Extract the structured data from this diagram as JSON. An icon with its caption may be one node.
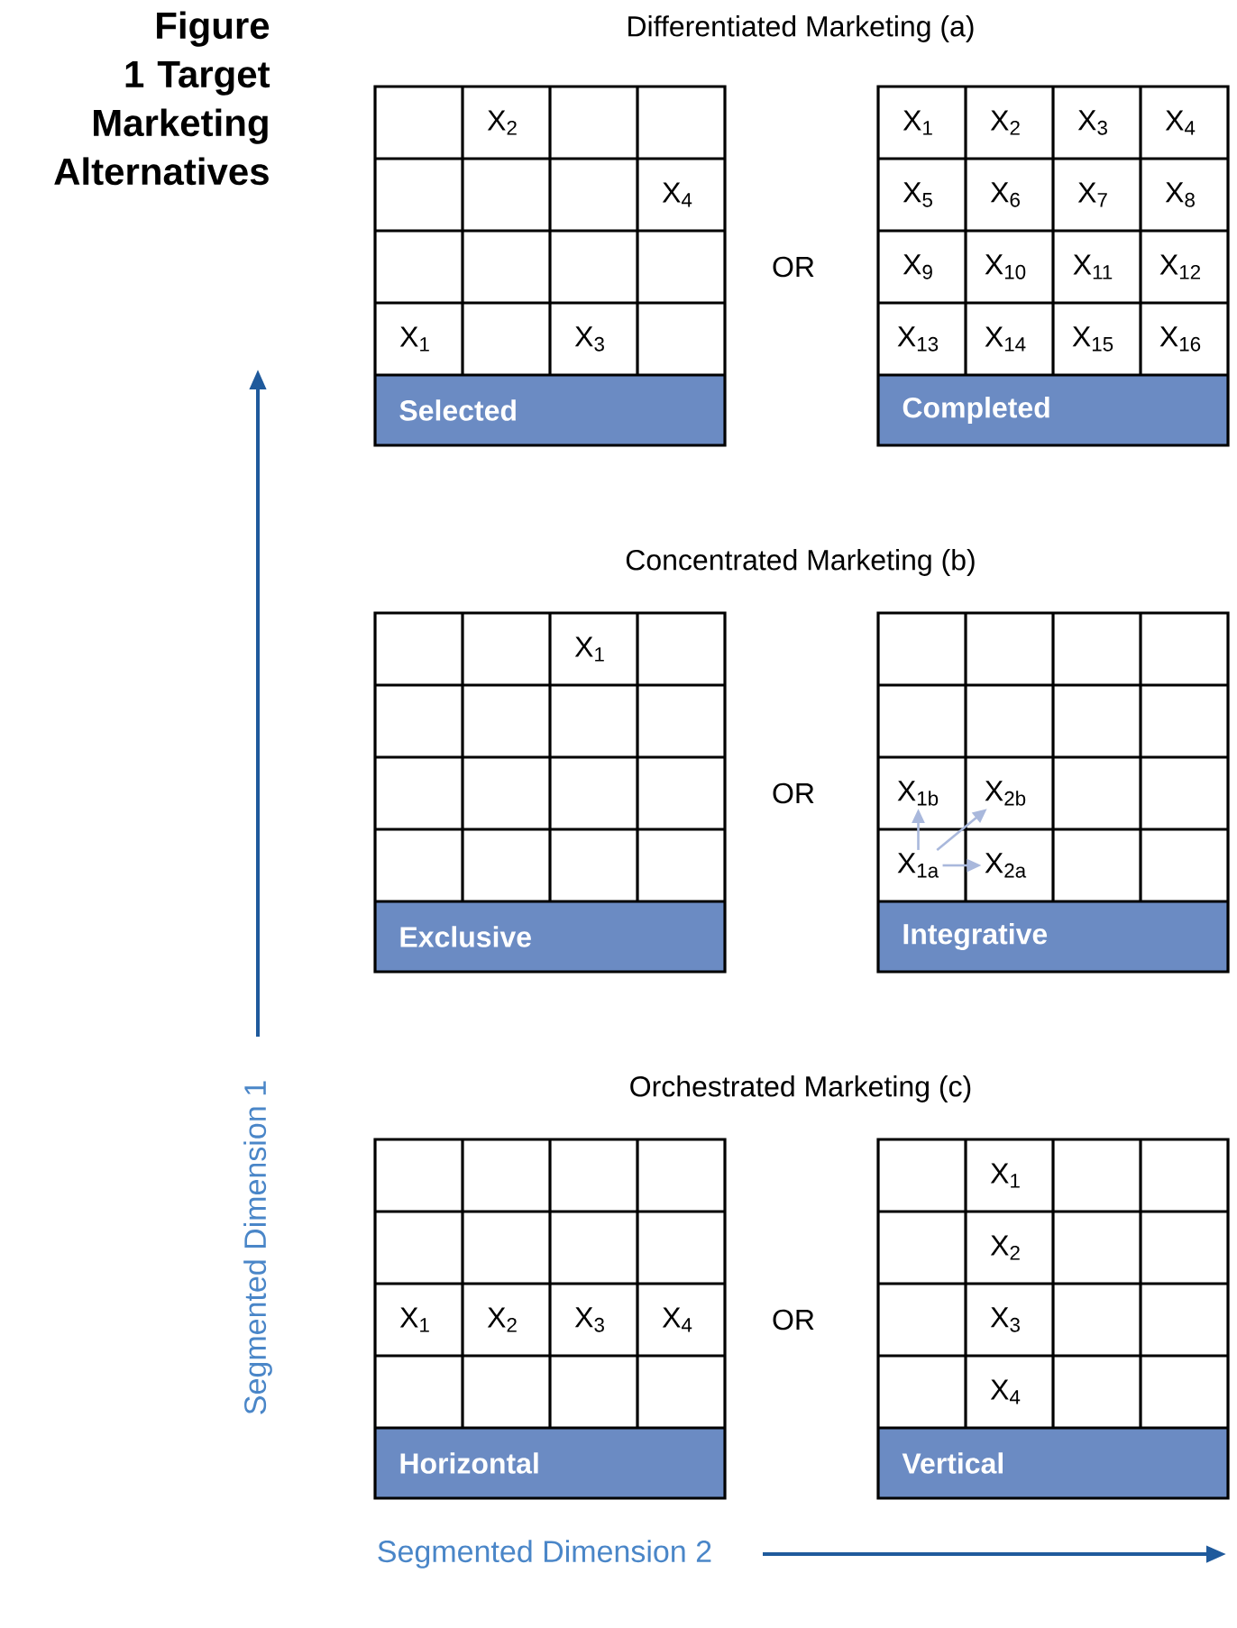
{
  "diagram": {
    "title": "Figure 1 Target Marketing Alternatives",
    "nodes": [
      {
        "text": [
          "Selected"
        ]
      },
      {
        "text": [
          "X$_{2}$"
        ],
        "in": 0
      },
      {
        "text": [
          "X$_{4}$"
        ],
        "in": 0
      },
      {
        "text": [
          "X$_{1}$"
        ],
        "in": 0
      },
      {
        "text": [
          "X$_{3}$"
        ],
        "in": 0
      },
      {
        "text": [
          "Completed"
        ]
      },
      {
        "text": [
          "X$_{1}$"
        ],
        "in": 5
      },
      {
        "text": [
          "X$_{2}$"
        ],
        "in": 5
      },
      {
        "text": [
          "X$_{3}$"
        ],
        "in": 5
      },
      {
        "text": [
          "X$_{4}$"
        ],
        "in": 5
      },
      {
        "text": [
          "X$_{5}$"
        ],
        "in": 5
      },
      {
        "text": [
          "X$_{6}$"
        ],
        "in": 5
      },
      {
        "text": [
          "X$_{7}$"
        ],
        "in": 5
      },
      {
        "text": [
          "X$_{8}$"
        ],
        "in": 5
      },
      {
        "text": [
          "X$_{9}$"
        ],
        "in": 5
      },
      {
        "text": [
          "X$_{10}$"
        ],
        "in": 5
      },
      {
        "text": [
          "X$_{11}$"
        ],
        "in": 5
      },
      {
        "text": [
          "X$_{12}$"
        ],
        "in": 5
      },
      {
        "text": [
          "X$_{13}$"
        ],
        "in": 5
      },
      {
        "text": [
          "X$_{14}$"
        ],
        "in": 5
      },
      {
        "text": [
          "X$_{15}$"
        ],
        "in": 5
      },
      {
        "text": [
          "X$_{16}$"
        ],
        "in": 5
      },
      {
        "text": [
          "Exclusive"
        ]
      },
      {
        "text": [
          "X$_{1}$"
        ],
        "in": 22
      },
      {
        "text": [
          "Integrative"
        ]
      },
      {
        "text": [
          "X$_{1b}$"
        ],
        "in": 24
      },
      {
        "text": [
          "X$_{2b}$"
        ],
        "in": 24
      },
      {
        "text": [
          "X$_{1a}$"
        ],
        "in": 24
      },
      {
        "text": [
          "X$_{2a}$"
        ],
        "in": 24
      },
      {
        "text": [
          "Horizontal"
        ]
      },
      {
        "text": [
          "X$_{1}$"
        ],
        "in": 29
      },
      {
        "text": [
          "X$_{2}$"
        ],
        "in": 29
      },
      {
        "text": [
          "X$_{3}$"
        ],
        "in": 29
      },
      {
        "text": [
          "X$_{4}$"
        ],
        "in": 29
      },
      {
        "text": [
          "Vertical"
        ]
      },
      {
        "text": [
          "X$_{1}$"
        ],
        "in": 34
      },
      {
        "text": [
          "X$_{2}$"
        ],
        "in": 34
      },
      {
        "text": [
          "X$_{3}$"
        ],
        "in": 34
      },
      {
        "text": [
          "X$_{4}$"
        ],
        "in": 34
      }
    ],
    "edges": [
      {
        "from": 27,
        "to": 25,
        "arrow": "to"
      },
      {
        "from": 27,
        "to": 26,
        "arrow": "to"
      },
      {
        "from": 27,
        "to": 28,
        "arrow": "to"
      }
    ],
    "labels": [
      "Differentiated Marketing (a)",
      "OR",
      "Concentrated Marketing (b)",
      "OR",
      "Orchestrated Marketing (c)",
      "OR",
      "Segmented Dimension 1",
      "Segmented Dimension 2"
    ]
  }
}
